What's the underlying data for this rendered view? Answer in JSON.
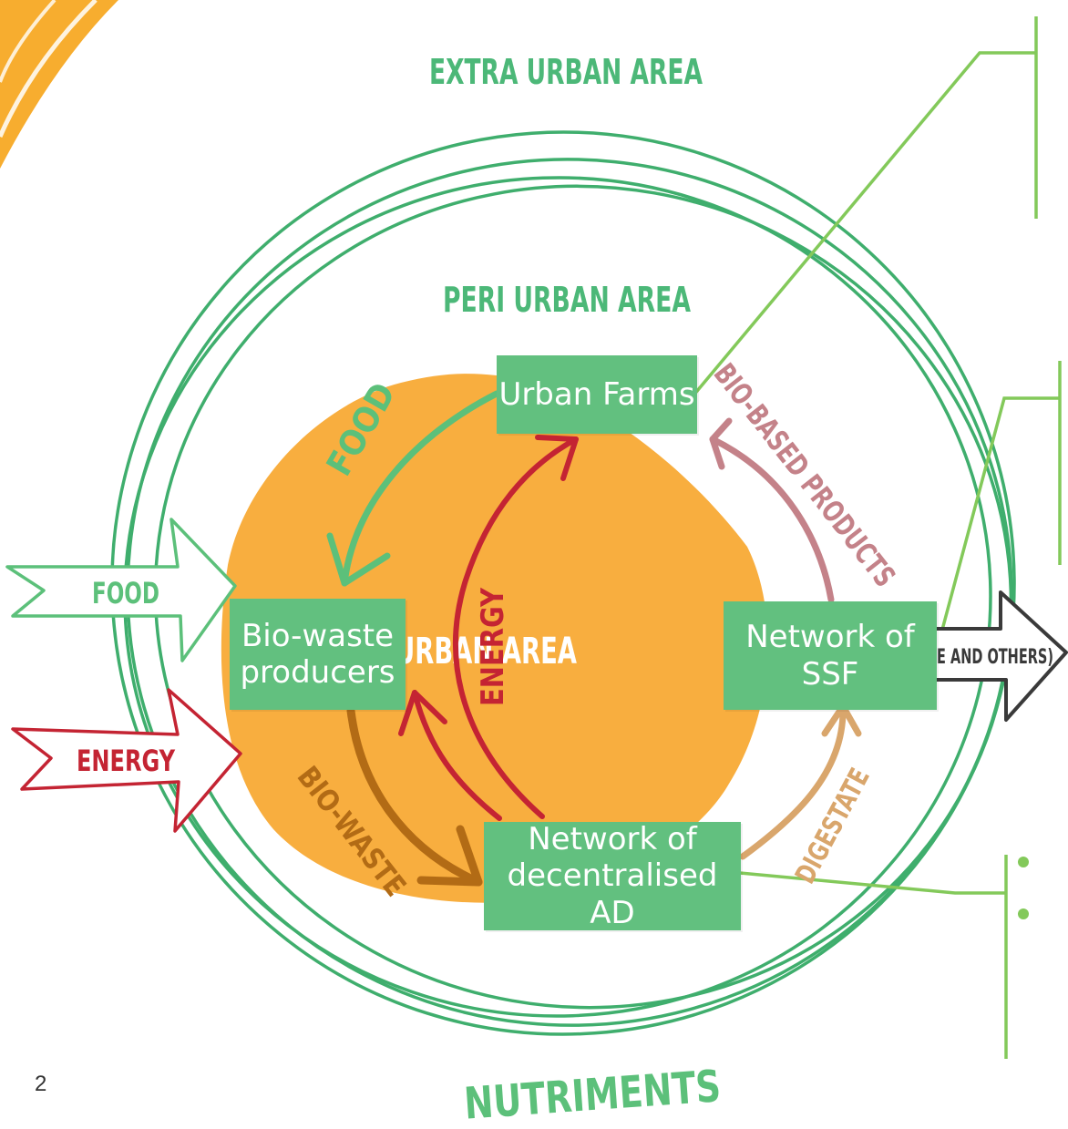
{
  "zones": {
    "extra_urban": "EXTRA URBAN AREA",
    "peri_urban": "PERI URBAN AREA",
    "urban": "URBAN AREA"
  },
  "nodes": {
    "urban_farms": "Urban Farms",
    "bio_waste_line1": "Bio-waste",
    "bio_waste_line2": "producers",
    "ssf_line1": "Network of",
    "ssf_line2": "SSF",
    "ad_line1": "Network of",
    "ad_line2": "decentralised AD"
  },
  "flows": {
    "food_inner": "FOOD",
    "energy_inner": "ENERGY",
    "bio_based_products": "BIO-BASED PRODUCTS",
    "digestate": "DIGESTATE",
    "bio_waste": "BIO-WASTE",
    "food_input": "FOOD",
    "energy_input": "ENERGY",
    "output_partial": "E AND OTHERS)"
  },
  "bottom_label": "NUTRIMENTS",
  "page_number": "2",
  "colors": {
    "green_box": "#62c07f",
    "ring_green": "#3fae6d",
    "orange_blob": "#f8ae3f",
    "food_green": "#5cc07a",
    "energy_red": "#c42433",
    "bio_based_pink": "#c48289",
    "digestate_tan": "#d9a66c",
    "bio_waste_brown": "#b26b15",
    "callout_lime": "#83c95a",
    "label_green": "#4cb878"
  }
}
